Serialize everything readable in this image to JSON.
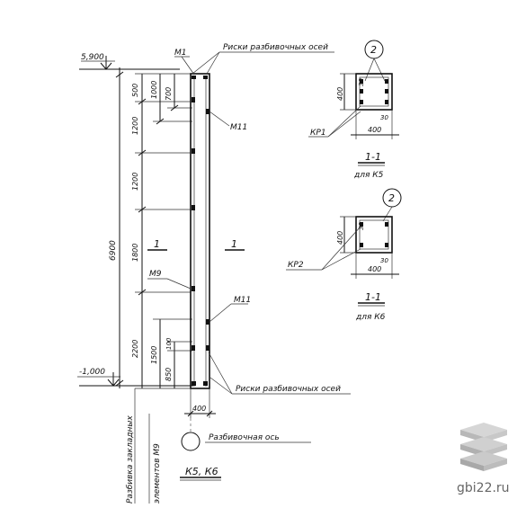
{
  "elev": {
    "top": "5,900",
    "bottom": "-1,000"
  },
  "labels": {
    "m1": "М1",
    "risk_top": "Риски разбивочных осей",
    "risk_bottom": "Риски разбивочных осей",
    "m11_a": "М11",
    "m11_b": "М11",
    "m9": "М9",
    "section_1a": "1",
    "section_1b": "1",
    "axis": "Разбивочная ось",
    "mark": "К5, К6",
    "layout_vertical_1": "Разбивка закладных",
    "layout_vertical_2": "элементов М9"
  },
  "dims": {
    "total": "6900",
    "d500": "500",
    "d1000": "1000",
    "d700": "700",
    "d1200a": "1200",
    "d1200b": "1200",
    "d1800": "1800",
    "d2200": "2200",
    "d1500": "1500",
    "d100": "100",
    "d850": "850",
    "width": "400"
  },
  "section_a": {
    "marker": "2",
    "h": "400",
    "c30a": "30",
    "c30b": "30",
    "w": "400",
    "rebar": "КР1",
    "title": "1-1",
    "caption": "для К5"
  },
  "section_b": {
    "marker": "2",
    "h": "400",
    "c30a": "30",
    "c30b": "30",
    "w": "400",
    "rebar": "КР2",
    "title": "1-1",
    "caption": "для К6"
  },
  "watermark": "gbi22.ru"
}
